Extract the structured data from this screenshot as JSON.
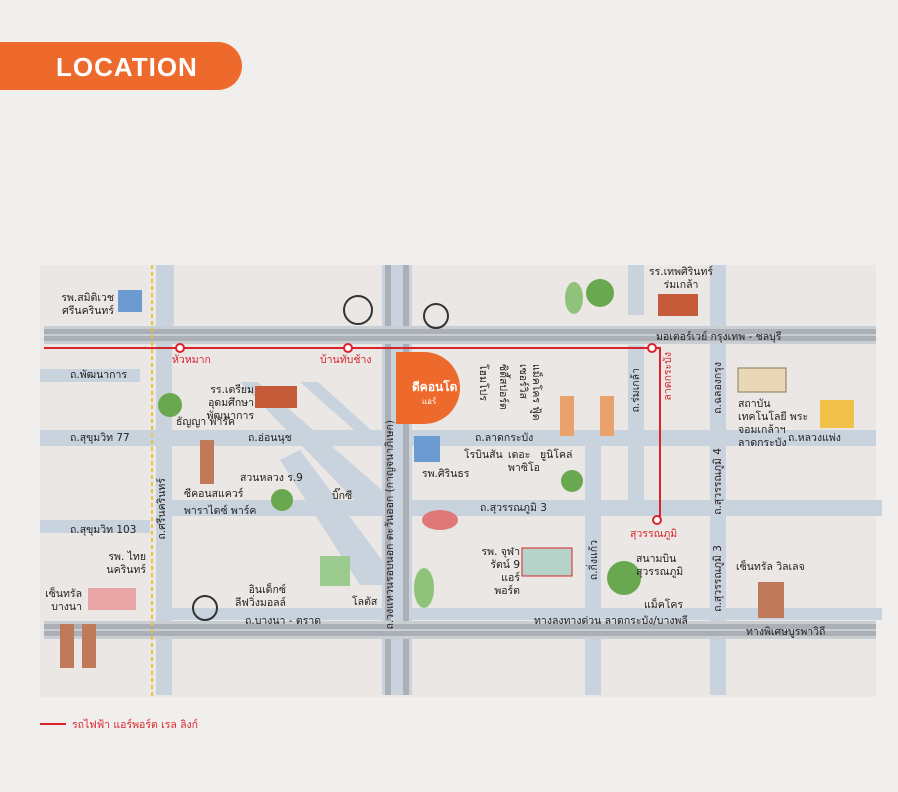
{
  "header": {
    "title": "LOCATION"
  },
  "colors": {
    "accent": "#ee6a2c",
    "rail": "#d8242a",
    "road": "#c8d3de",
    "highway": "#aab0b6",
    "tree": "#6aa84f"
  },
  "roads": {
    "motorway": "มอเตอร์เวย์ กรุงเทพ - ชลบุรี",
    "phatthanakan": "ถ.พัฒนาการ",
    "sukhumvit77": "ถ.สุขุมวิท 77",
    "onnut": "ถ.อ่อนนุช",
    "latkrabang": "ถ.ลาดกระบัง",
    "luangphaeng": "ถ.หลวงแพ่ง",
    "suvarnabhumi3": "ถ.สุวรรณภูมิ 3",
    "sukhumvit103": "ถ.สุขุมวิท 103",
    "srinakarin": "ถ.ศรีนครินทร์",
    "bangna_trat": "ถ.บางนา - ตราด",
    "kanchanaphisek": "ถ.วงแหวนรอบนอก ตะวันออก (กาญจนาภิเษก)",
    "romklao": "ถ.ร่มเกล้า",
    "chalongkrung": "ถ.ฉลองกรุง",
    "suvarnabhumi4": "ถ.สุวรรณภูมิ 4",
    "suvarnabhumi3b": "ถ.สุวรรณภูมิ 3",
    "kingkaew": "ถ.กิ่งแก้ว",
    "expressway_exit": "ทางลงทางด่วน ลาดกระบัง/บางพลี",
    "burapha": "ทางพิเศษบูรพาวิถี"
  },
  "stations": {
    "huamak": "หัวหมาก",
    "ban_thap_chang": "บ้านทับช้าง",
    "lat_krabang": "ลาดกระบัง",
    "suvarnabhumi": "สุวรรณภูมิ"
  },
  "places": {
    "samitivej": "รพ.สมิติเวช ศรีนครินทร์",
    "triam_udom": "รร.เตรียมอุดมศึกษา พัฒนาการ",
    "thanya_park": "ธัญญา พาร์ค",
    "suan_luang": "สวนหลวง ร.9",
    "seacon_square": "ซีคอนสแควร์",
    "paradise_park": "พาราไดซ์ พาร์ค",
    "big_c": "บิ๊กซี",
    "thai_nakarin": "รพ. ไทยนครินทร์",
    "central_bangna": "เซ็นทรัล บางนา",
    "index_living_mall": "อินเด็กซ์ ลีฟวิ่งมอลล์",
    "lotus": "โลตัส",
    "sirinrat": "รพ.ศิรินธร",
    "robinson": "โรบินสัน",
    "the_paseo": "เดอะ พาซิโอ",
    "unicorn": "ยูนิโคล่",
    "homepro": "โฮมโปร",
    "city_sport": "ซิตี้สปอร์ต",
    "makro_foodservice": "แม็คโคร ฟู้ดเซอร์วิส",
    "chularat9": "รพ. จุฬารัตน์ 9 แอร์พอร์ต",
    "suvarnabhumi_airport": "สนามบิน สุวรรณภูมิ",
    "makro": "แม็คโคร",
    "central_village": "เซ็นทรัล วิลเลจ",
    "thep_sririn": "รร.เทพศิรินทร์ ร่มเกล้า",
    "kmitl": "สถาบันเทคโนโลยี พระจอมเกล้าฯ ลาดกระบัง"
  },
  "project": {
    "name": "ดีคอนโด",
    "sub": "แอร์"
  },
  "legend": {
    "rail_label": "รถไฟฟ้า แอร์พอร์ต เรล ลิงก์"
  }
}
